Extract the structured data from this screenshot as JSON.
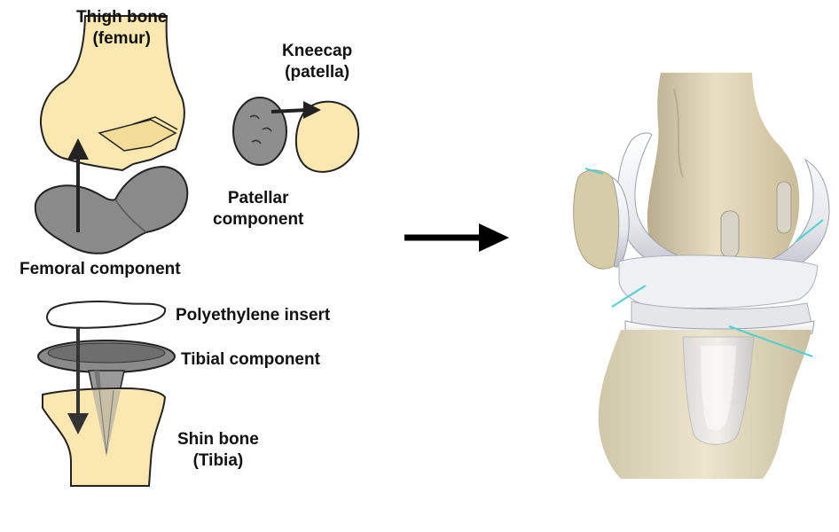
{
  "labels": {
    "thigh_bone": [
      "Thigh bone",
      "(femur)"
    ],
    "kneecap": [
      "Kneecap",
      "(patella)"
    ],
    "patellar_component": [
      "Patellar",
      "component"
    ],
    "femoral_component": "Femoral component",
    "polyethylene_insert": "Polyethylene insert",
    "tibial_component": "Tibial component",
    "shin_bone": [
      "Shin bone",
      "(Tibia)"
    ]
  },
  "colors": {
    "bone": "#fbe8b0",
    "metal": "#8a8a8a",
    "outline": "#222222",
    "accent": "#4fd0d0"
  }
}
